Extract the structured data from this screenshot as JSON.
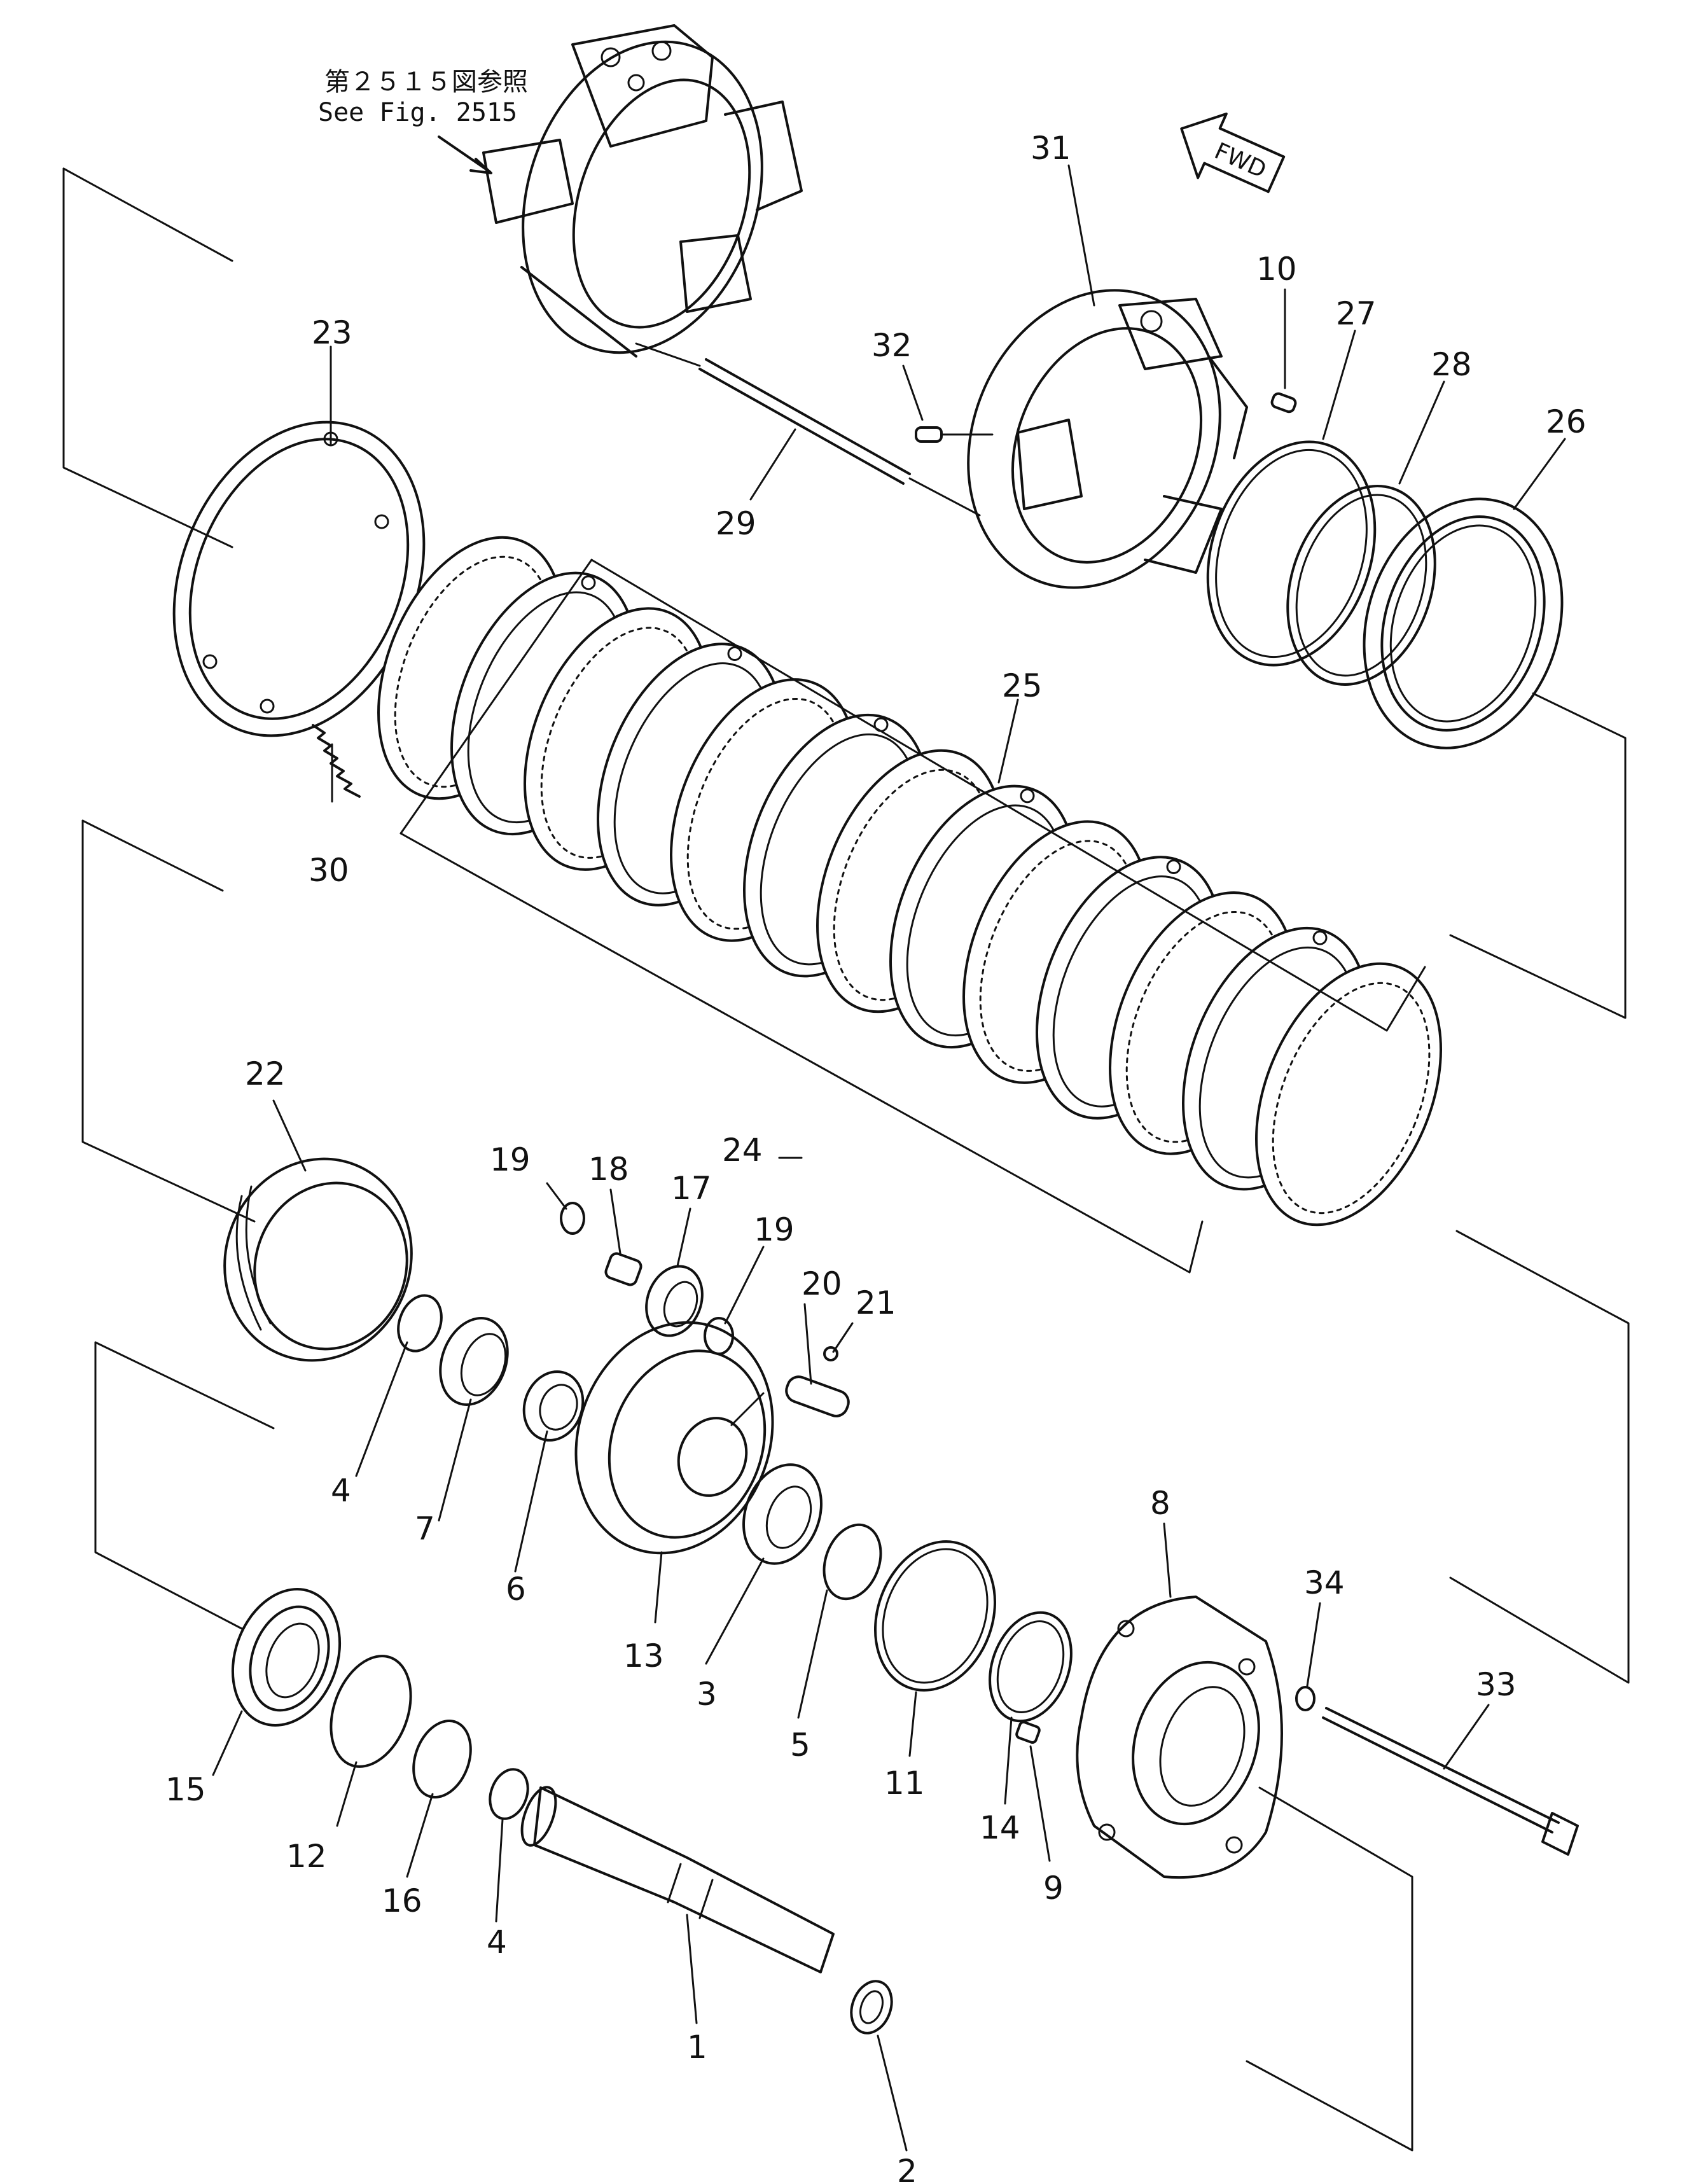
{
  "reference_note": {
    "line_jp": "第２５１５図参照",
    "line_en": "See Fig. 2515"
  },
  "direction_arrow": {
    "label": "FWD"
  },
  "part_labels": [
    {
      "id": "p31",
      "text": "31"
    },
    {
      "id": "p10",
      "text": "10"
    },
    {
      "id": "p27",
      "text": "27"
    },
    {
      "id": "p28",
      "text": "28"
    },
    {
      "id": "p26",
      "text": "26"
    },
    {
      "id": "p32",
      "text": "32"
    },
    {
      "id": "p29",
      "text": "29"
    },
    {
      "id": "p23",
      "text": "23"
    },
    {
      "id": "p25",
      "text": "25"
    },
    {
      "id": "p30",
      "text": "30"
    },
    {
      "id": "p22",
      "text": "22"
    },
    {
      "id": "p19a",
      "text": "19"
    },
    {
      "id": "p18",
      "text": "18"
    },
    {
      "id": "p17",
      "text": "17"
    },
    {
      "id": "p19b",
      "text": "19"
    },
    {
      "id": "p24",
      "text": "24"
    },
    {
      "id": "p20",
      "text": "20"
    },
    {
      "id": "p21",
      "text": "21"
    },
    {
      "id": "p4a",
      "text": "4"
    },
    {
      "id": "p7",
      "text": "7"
    },
    {
      "id": "p6",
      "text": "6"
    },
    {
      "id": "p13",
      "text": "13"
    },
    {
      "id": "p3",
      "text": "3"
    },
    {
      "id": "p5",
      "text": "5"
    },
    {
      "id": "p11",
      "text": "11"
    },
    {
      "id": "p14",
      "text": "14"
    },
    {
      "id": "p9",
      "text": "9"
    },
    {
      "id": "p8",
      "text": "8"
    },
    {
      "id": "p34",
      "text": "34"
    },
    {
      "id": "p33",
      "text": "33"
    },
    {
      "id": "p15",
      "text": "15"
    },
    {
      "id": "p12",
      "text": "12"
    },
    {
      "id": "p16",
      "text": "16"
    },
    {
      "id": "p4b",
      "text": "4"
    },
    {
      "id": "p1",
      "text": "1"
    },
    {
      "id": "p2",
      "text": "2"
    }
  ]
}
